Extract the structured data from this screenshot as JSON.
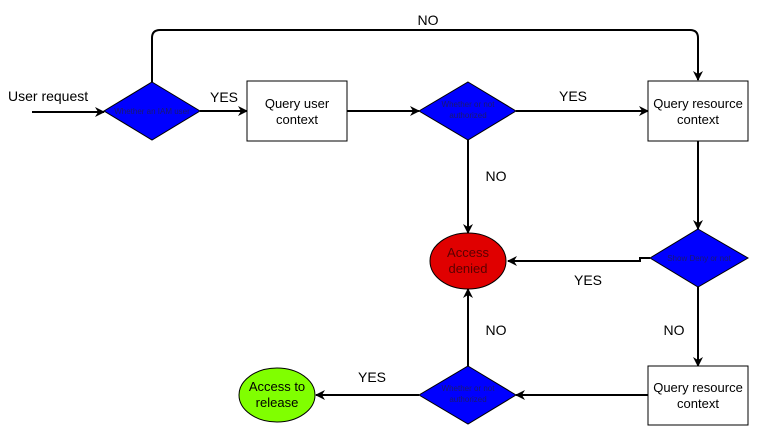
{
  "start_label": "User request",
  "nodes": {
    "iam_check": {
      "text": "Whether an IAM user"
    },
    "query_user_context": {
      "line1": "Query user",
      "line2": "context"
    },
    "authorized_1": {
      "line1": "Whether or not",
      "line2": "authorized"
    },
    "query_resource_context_1": {
      "line1": "Query resource",
      "line2": "context"
    },
    "show_deny": {
      "text": "Show Deny or not"
    },
    "access_denied": {
      "line1": "Access",
      "line2": "denied"
    },
    "query_resource_context_2": {
      "line1": "Query resource",
      "line2": "context"
    },
    "authorized_2": {
      "line1": "Whether or not",
      "line2": "authorized"
    },
    "access_release": {
      "line1": "Access to",
      "line2": "release"
    }
  },
  "edge_labels": {
    "top_no": "NO",
    "iam_yes": "YES",
    "auth1_yes": "YES",
    "auth1_no": "NO",
    "deny_yes": "YES",
    "deny_no": "NO",
    "auth2_no": "NO",
    "auth2_yes": "YES"
  },
  "colors": {
    "decision_fill": "#0000ff",
    "denied_fill": "#e00000",
    "release_fill": "#80ff00",
    "box_fill": "#ffffff"
  }
}
